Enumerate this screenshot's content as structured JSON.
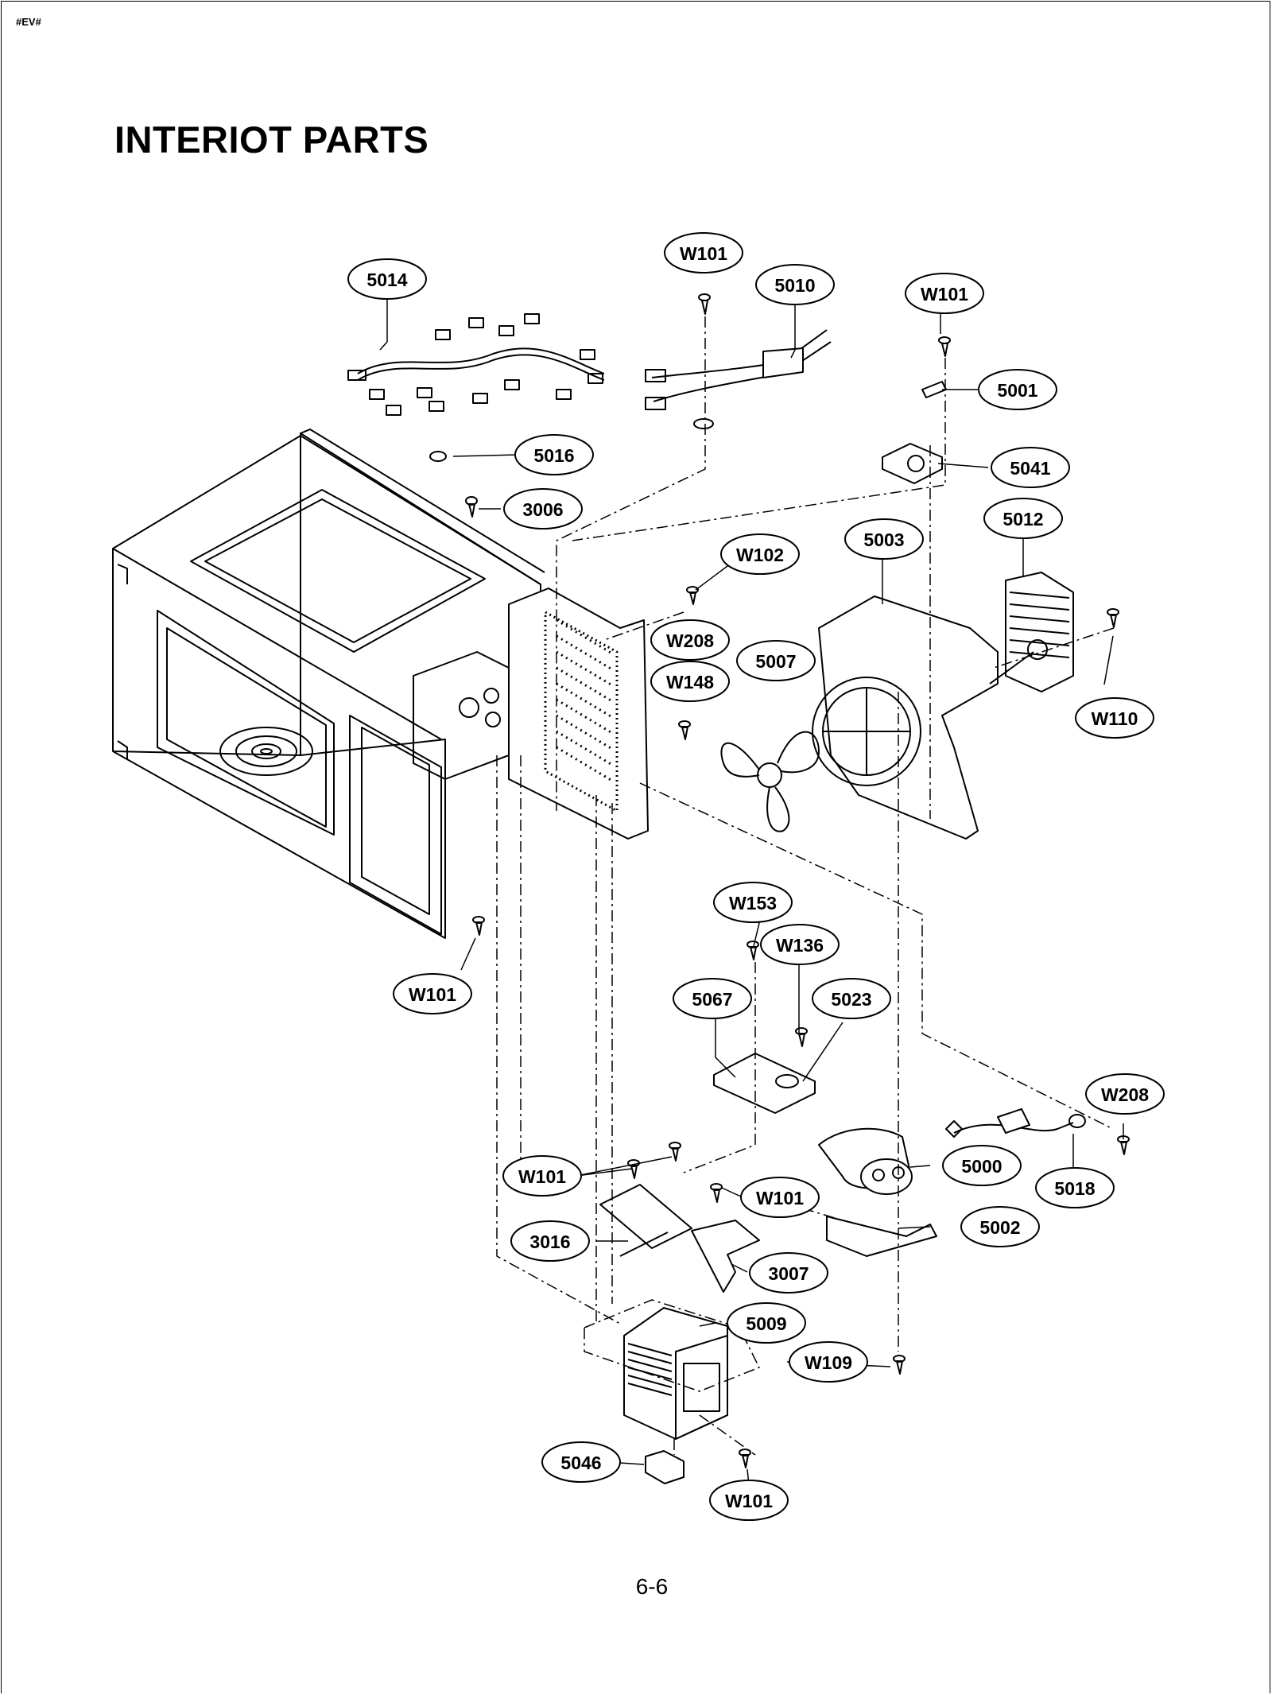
{
  "header": {
    "tag": "#EV#",
    "title": "INTERIOT PARTS"
  },
  "footer": {
    "page_number": "6-6"
  },
  "callouts": [
    {
      "id": "c1",
      "label": "W101"
    },
    {
      "id": "c2",
      "label": "5010"
    },
    {
      "id": "c3",
      "label": "W101"
    },
    {
      "id": "c4",
      "label": "5014"
    },
    {
      "id": "c5",
      "label": "5001"
    },
    {
      "id": "c6",
      "label": "5016"
    },
    {
      "id": "c7",
      "label": "5041"
    },
    {
      "id": "c8",
      "label": "3006"
    },
    {
      "id": "c9",
      "label": "5012"
    },
    {
      "id": "c10",
      "label": "5003"
    },
    {
      "id": "c11",
      "label": "W102"
    },
    {
      "id": "c12",
      "label": "W208"
    },
    {
      "id": "c13",
      "label": "5007"
    },
    {
      "id": "c14",
      "label": "W148"
    },
    {
      "id": "c15",
      "label": "W110"
    },
    {
      "id": "c16",
      "label": "W153"
    },
    {
      "id": "c17",
      "label": "W136"
    },
    {
      "id": "c18",
      "label": "W101"
    },
    {
      "id": "c19",
      "label": "5067"
    },
    {
      "id": "c20",
      "label": "5023"
    },
    {
      "id": "c21",
      "label": "W208"
    },
    {
      "id": "c22",
      "label": "5000"
    },
    {
      "id": "c23",
      "label": "W101"
    },
    {
      "id": "c24",
      "label": "W101"
    },
    {
      "id": "c25",
      "label": "5018"
    },
    {
      "id": "c26",
      "label": "5002"
    },
    {
      "id": "c27",
      "label": "3016"
    },
    {
      "id": "c28",
      "label": "3007"
    },
    {
      "id": "c29",
      "label": "5009"
    },
    {
      "id": "c30",
      "label": "W109"
    },
    {
      "id": "c31",
      "label": "5046"
    },
    {
      "id": "c32",
      "label": "W101"
    }
  ]
}
